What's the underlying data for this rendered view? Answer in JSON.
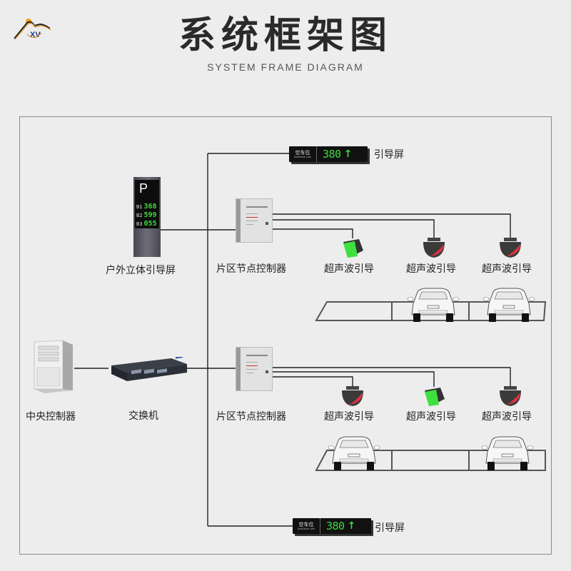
{
  "header": {
    "logo_icon": "mountain-sun-logo-icon",
    "title": "系统框架图",
    "subtitle": "SYSTEM FRAME DIAGRAM"
  },
  "colors": {
    "background": "#ededed",
    "led_green": "#3bdc3b",
    "sensor_red": "#d9333f",
    "sensor_green": "#3ee03e",
    "frame_border": "#8a8a8a",
    "wire": "#222222"
  },
  "nodes": {
    "guide_screen_top": {
      "label": "引导屏",
      "screen_cn": "空车位",
      "screen_en": "Available Lots",
      "count": "380",
      "arrow": "↑"
    },
    "guide_screen_bottom": {
      "label": "引导屏",
      "screen_cn": "空车位",
      "screen_en": "Available Lots",
      "count": "380",
      "arrow": "↑"
    },
    "outdoor_screen": {
      "label": "户外立体引导屏",
      "sign": "P",
      "rows": [
        {
          "floor": "B1",
          "count": "368"
        },
        {
          "floor": "B2",
          "count": "599"
        },
        {
          "floor": "B3",
          "count": "055"
        }
      ]
    },
    "zone_controller_1": {
      "label": "片区节点控制器"
    },
    "zone_controller_2": {
      "label": "片区节点控制器"
    },
    "central_controller": {
      "label": "中央控制器"
    },
    "switch": {
      "label": "交换机"
    },
    "sensors_row1": [
      {
        "label": "超声波引导",
        "status": "green"
      },
      {
        "label": "超声波引导",
        "status": "red"
      },
      {
        "label": "超声波引导",
        "status": "red"
      }
    ],
    "sensors_row2": [
      {
        "label": "超声波引导",
        "status": "red"
      },
      {
        "label": "超声波引导",
        "status": "green"
      },
      {
        "label": "超声波引导",
        "status": "red"
      }
    ],
    "parking_row1": [
      {
        "space": 1,
        "occupied": false
      },
      {
        "space": 2,
        "occupied": true
      },
      {
        "space": 3,
        "occupied": true
      }
    ],
    "parking_row2": [
      {
        "space": 1,
        "occupied": true
      },
      {
        "space": 2,
        "occupied": false
      },
      {
        "space": 3,
        "occupied": true
      }
    ]
  }
}
